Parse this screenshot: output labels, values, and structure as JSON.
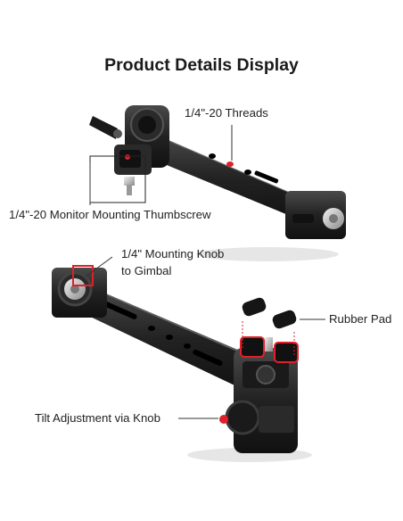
{
  "title": "Product Details Display",
  "labels": {
    "threads": "1/4\"-20 Threads",
    "thumbscrew": "1/4\"-20 Monitor Mounting Thumbscrew",
    "knob_line1": "1/4\" Mounting Knob",
    "knob_line2": "to Gimbal",
    "rubber_pad": "Rubber Pad",
    "tilt": "Tilt Adjustment via Knob"
  },
  "colors": {
    "accent_red": "#e0202a",
    "metal_dark": "#1c1c1c",
    "metal_mid": "#3a3a3a"
  }
}
